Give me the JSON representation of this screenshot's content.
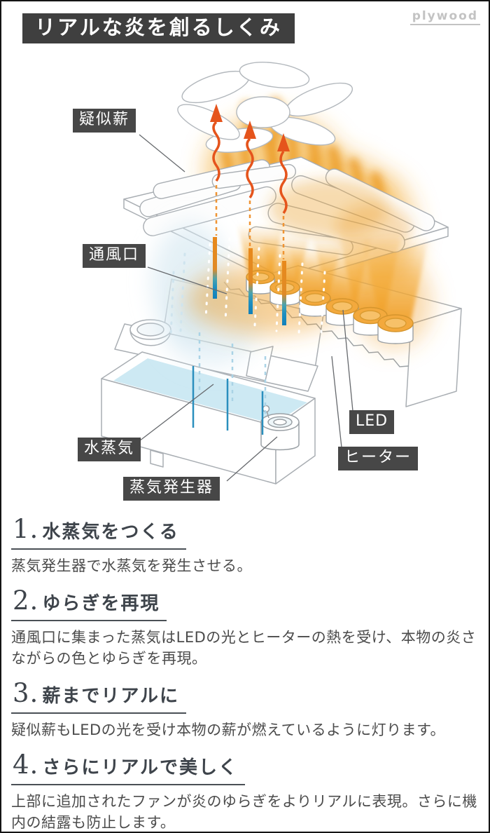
{
  "page": {
    "title": "リアルな炎を創るしくみ",
    "brand_logo": "plywood"
  },
  "diagram": {
    "labels": {
      "fake_log": "疑似薪",
      "vent": "通風口",
      "water_vapor": "水蒸気",
      "steam_generator": "蒸気発生器",
      "led": "LED",
      "heater": "ヒーター"
    },
    "icons": {
      "fan": "fan-icon",
      "flame": "flame-glow",
      "up_arrows": "wavy-arrow-icon",
      "heater_coil": "coil-icon"
    },
    "colors": {
      "flame_orange": "#eda22e",
      "arrow_red_orange": "#e5541c",
      "steam_blue": "#1583bb",
      "water_blue": "#cde9f3",
      "outline_gray": "#a9aeb3",
      "badge_bg": "#474747",
      "title_bg": "#3f3f3f"
    }
  },
  "sections": [
    {
      "number": "1.",
      "heading": "水蒸気をつくる",
      "body": "蒸気発生器で水蒸気を発生させる。"
    },
    {
      "number": "2.",
      "heading": "ゆらぎを再現",
      "body": "通風口に集まった蒸気はLEDの光とヒーターの熱を受け、本物の炎さながらの色とゆらぎを再現。"
    },
    {
      "number": "3.",
      "heading": "薪までリアルに",
      "body": "疑似薪もLEDの光を受け本物の薪が燃えているように灯ります。"
    },
    {
      "number": "4.",
      "heading": "さらにリアルで美しく",
      "body": "上部に追加されたファンが炎のゆらぎをよりリアルに表現。さらに機内の結露も防止します。"
    }
  ]
}
